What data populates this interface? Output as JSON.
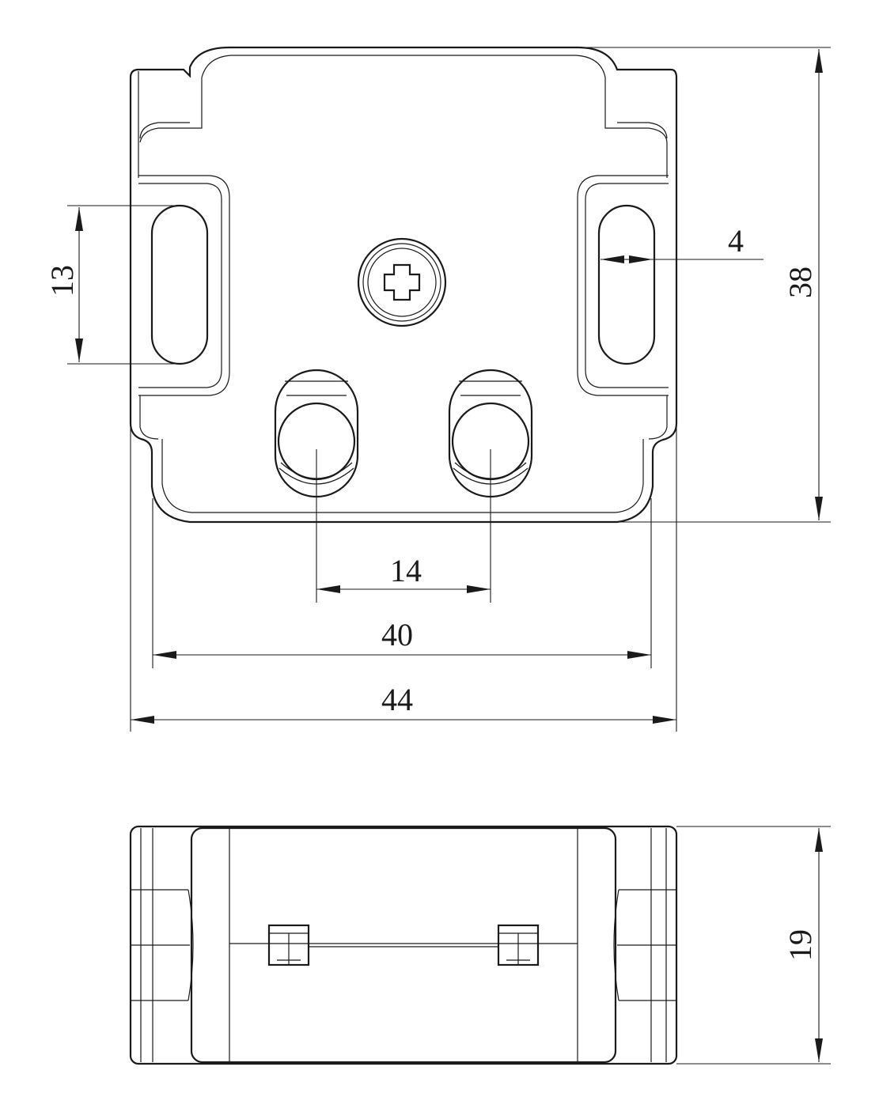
{
  "drawing": {
    "views": [
      "top-view",
      "side-view"
    ],
    "dimensions": {
      "slot_length": "13",
      "slot_width": "4",
      "height": "38",
      "knob_spacing": "14",
      "mounting_width": "40",
      "overall_width": "44",
      "depth": "19"
    },
    "line_color": "#1a1a1a"
  }
}
